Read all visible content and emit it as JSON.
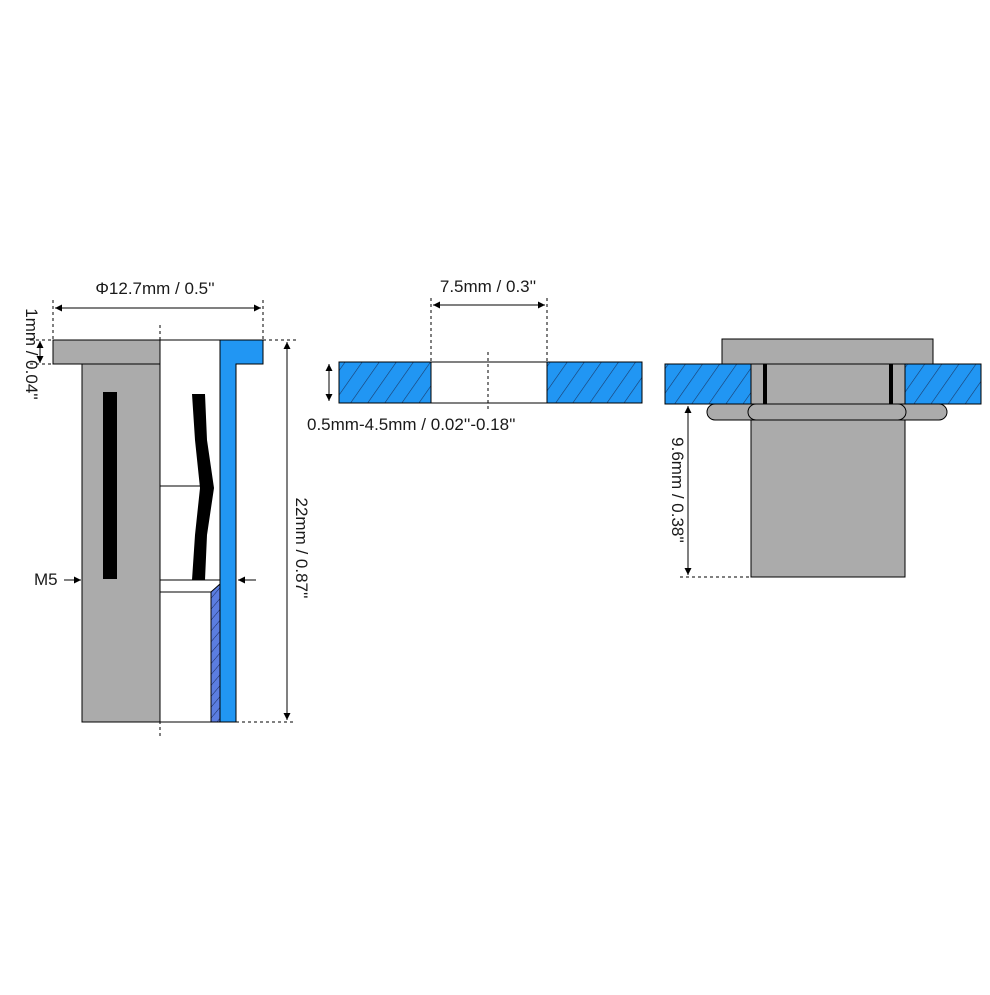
{
  "colors": {
    "metal": "#ababab",
    "blue": "#2196f3",
    "hatch_blue": "#5b7de0",
    "white": "#ffffff",
    "line": "#000000"
  },
  "views": {
    "nut_side": {
      "diameter_label": "Φ12.7mm / 0.5''",
      "flange_thickness_label": "1mm / 0.04''",
      "length_label": "22mm / 0.87''",
      "thread_label": "M5"
    },
    "panel_hole": {
      "hole_label": "7.5mm / 0.3''",
      "grip_range_label": "0.5mm-4.5mm / 0.02''-0.18''"
    },
    "installed": {
      "depth_label": "9.6mm / 0.38''"
    }
  }
}
